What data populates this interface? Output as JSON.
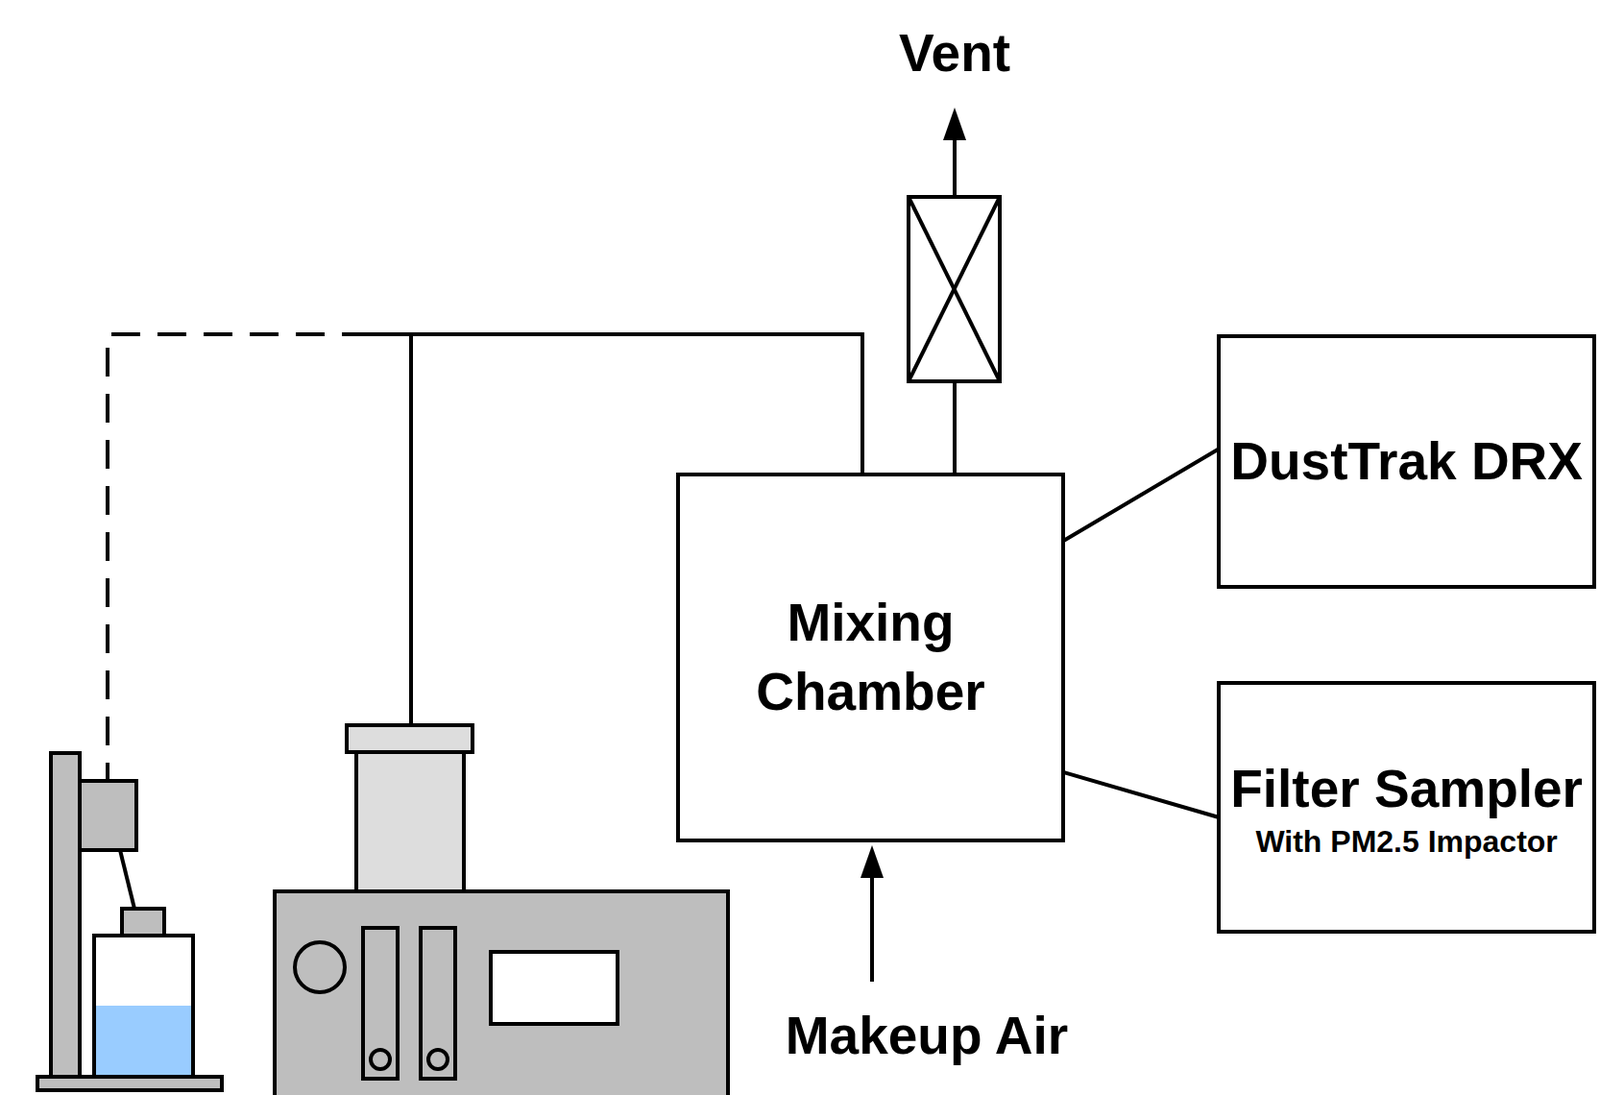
{
  "diagram": {
    "nodes": [
      {
        "text": [
          "Mixing Chamber"
        ]
      },
      {
        "text": [
          "DustTrak DRX"
        ]
      },
      {
        "text": [
          "Filter Sampler",
          "With PM2.5 Impactor"
        ]
      }
    ],
    "edges": [
      {
        "from": 0,
        "to": 1,
        "arrow": "none"
      },
      {
        "from": 0,
        "to": 2,
        "arrow": "none"
      }
    ],
    "labels": [
      "Vent",
      "Makeup Air"
    ]
  }
}
